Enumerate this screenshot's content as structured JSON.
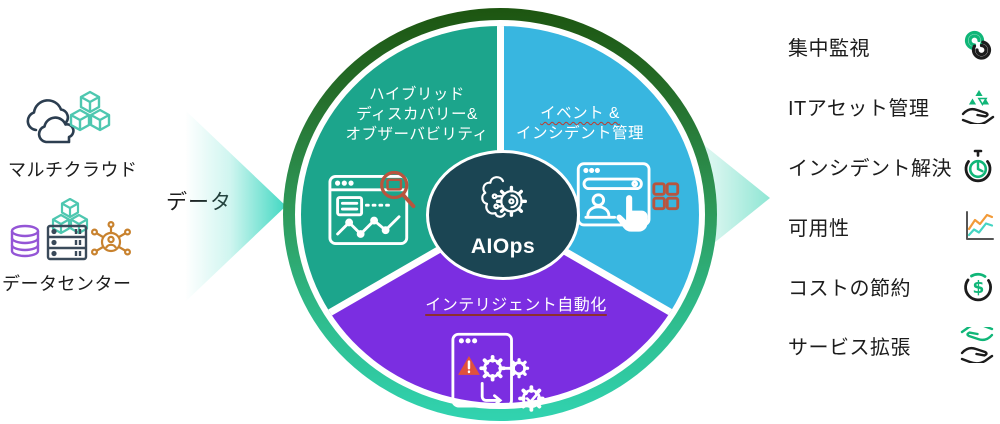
{
  "left_panel": {
    "sources": [
      {
        "label": "マルチクラウド",
        "icon": "multicloud-icon"
      },
      {
        "label": "データセンター",
        "icon": "datacenter-icon"
      }
    ],
    "flow_label": "データ"
  },
  "diagram": {
    "center": {
      "label": "AIOps",
      "icon": "brain-gear-icon",
      "color": "#1b4553"
    },
    "segments": [
      {
        "id": "hybrid-discovery-observability",
        "lines": [
          "ハイブリッド",
          "ディスカバリー&",
          "オブザーバビリティ"
        ],
        "color": "#1ca58c",
        "icon": "browser-analytics-icon"
      },
      {
        "id": "event-incident-management",
        "lines": [
          "イベント &",
          "インシデント管理"
        ],
        "color": "#38b6e0",
        "icon": "browser-operator-icon"
      },
      {
        "id": "intelligent-automation",
        "lines": [
          "インテリジェント自動化"
        ],
        "color": "#7b2ee1",
        "icon": "browser-automation-icon"
      }
    ],
    "ring_gradient": [
      "#1d5510",
      "#2e9858",
      "#31d3b0"
    ]
  },
  "right_panel": {
    "outcomes": [
      {
        "label": "集中監視",
        "icon": "interlocked-rings-icon"
      },
      {
        "label": "ITアセット管理",
        "icon": "hand-assets-icon"
      },
      {
        "label": "インシデント解決",
        "icon": "stopwatch-icon"
      },
      {
        "label": "可用性",
        "icon": "trend-chart-icon"
      },
      {
        "label": "コストの節約",
        "icon": "dollar-circle-icon"
      },
      {
        "label": "サービス拡張",
        "icon": "hands-exchange-icon"
      }
    ]
  },
  "colors": {
    "green_accent": "#10b678",
    "teal_accent": "#41d8c2",
    "rust_accent": "#b8553e",
    "orange_accent": "#f29a38",
    "purple_segment": "#7b2ee1",
    "blue_segment": "#38b6e0",
    "teal_segment": "#1ca58c",
    "navy_center": "#1b4553"
  }
}
